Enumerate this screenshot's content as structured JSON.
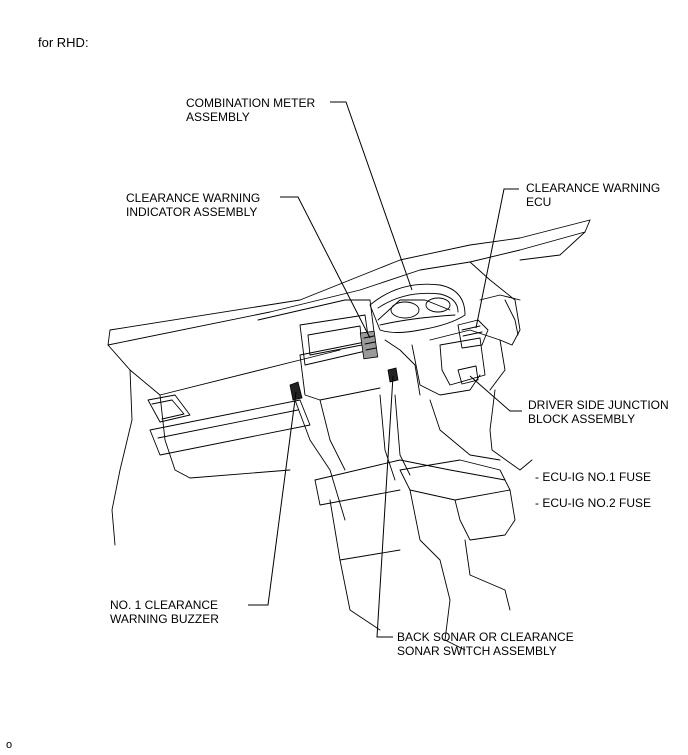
{
  "heading": "for RHD:",
  "labels": {
    "combination_meter": [
      "COMBINATION METER",
      "ASSEMBLY"
    ],
    "clearance_indicator": [
      "CLEARANCE WARNING",
      "INDICATOR ASSEMBLY"
    ],
    "clearance_ecu": [
      "CLEARANCE WARNING",
      "ECU"
    ],
    "junction_block": [
      "DRIVER SIDE JUNCTION",
      "BLOCK ASSEMBLY"
    ],
    "fuse_1": "- ECU-IG NO.1 FUSE",
    "fuse_2": "- ECU-IG NO.2 FUSE",
    "buzzer": [
      "NO. 1 CLEARANCE",
      "WARNING BUZZER"
    ],
    "sonar_switch": [
      "BACK SONAR OR CLEARANCE",
      "SONAR SWITCH ASSEMBLY"
    ]
  },
  "footer_mark": "o"
}
